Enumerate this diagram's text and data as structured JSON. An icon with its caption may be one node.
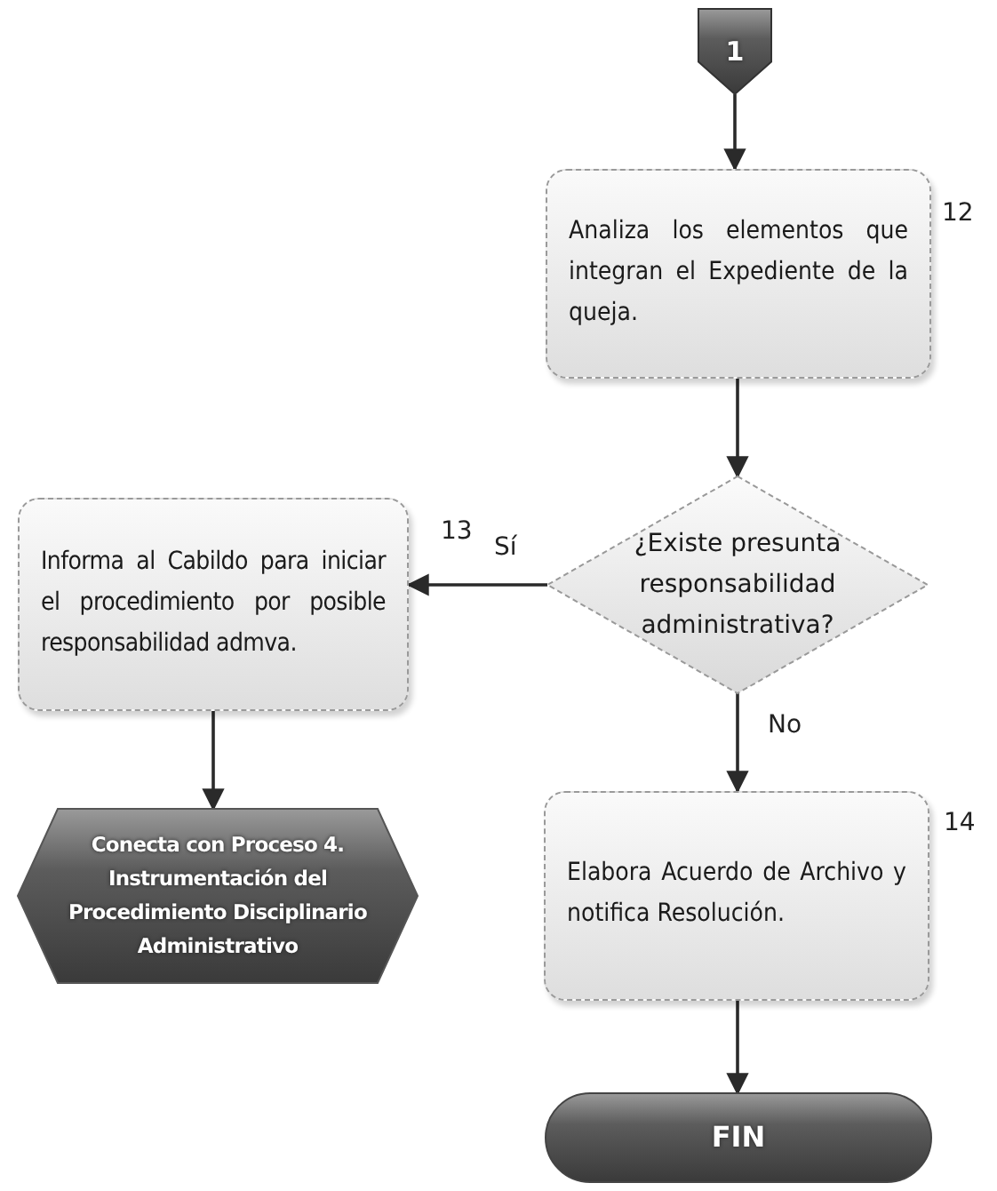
{
  "diagram": {
    "nodes": [
      {
        "text": [
          "1"
        ]
      },
      {
        "text": [
          "Analiza los elementos que integran el Expediente de la queja."
        ],
        "beside": [
          "12"
        ]
      },
      {
        "text": [
          "¿Existe presunta responsabilidad administrativa?"
        ]
      },
      {
        "text": [
          "Informa al Cabildo para iniciar el procedimiento por posible responsabilidad admva."
        ],
        "beside": [
          "13"
        ]
      },
      {
        "text": [
          "Conecta con Proceso 4. Instrumentación del Procedimiento Disciplinario Administrativo"
        ]
      },
      {
        "text": [
          "Elabora Acuerdo de Archivo y notifica Resolución."
        ],
        "beside": [
          "14"
        ]
      },
      {
        "text": [
          "FIN"
        ]
      }
    ],
    "edges": [
      {
        "from": 0,
        "to": 1,
        "arrow": "to"
      },
      {
        "from": 1,
        "to": 2,
        "arrow": "to"
      },
      {
        "from": 2,
        "to": 3,
        "arrow": "to",
        "label": "Sí"
      },
      {
        "from": 2,
        "to": 5,
        "arrow": "to",
        "label": "No"
      },
      {
        "from": 3,
        "to": 4,
        "arrow": "to"
      },
      {
        "from": 5,
        "to": 6,
        "arrow": "to"
      }
    ]
  }
}
